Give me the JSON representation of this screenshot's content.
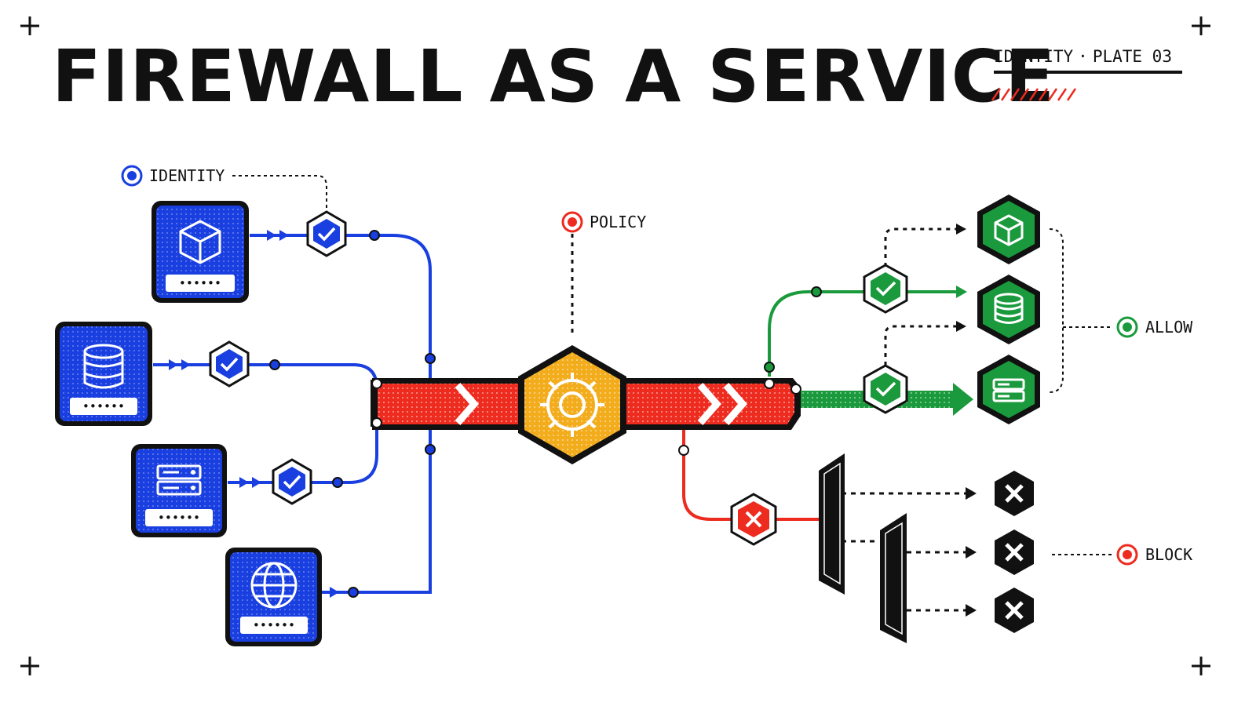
{
  "title": "FIREWALL AS A SERVICE",
  "plate": {
    "left": "IDENTITY",
    "sep": "·",
    "right": "PLATE 03"
  },
  "labels": {
    "identity": "IDENTITY",
    "policy": "POLICY",
    "allow": "ALLOW",
    "block": "BLOCK"
  },
  "colors": {
    "identity": "#1a3fe0",
    "policy_pipe": "#ee2b1f",
    "engine": "#f2ac1c",
    "allow": "#1a9a3c",
    "block": "#111111",
    "accent_hatch": "#ee2b1f"
  },
  "sources": [
    {
      "icon": "cube-icon",
      "password_mask": "••••••"
    },
    {
      "icon": "database-icon",
      "password_mask": "••••••"
    },
    {
      "icon": "server-icon",
      "password_mask": "••••••"
    },
    {
      "icon": "globe-icon",
      "password_mask": "••••••"
    }
  ],
  "allowed_targets": [
    {
      "icon": "cube-icon"
    },
    {
      "icon": "database-icon"
    },
    {
      "icon": "server-icon"
    }
  ],
  "blocked_targets": [
    {
      "icon": "x-icon"
    },
    {
      "icon": "x-icon"
    },
    {
      "icon": "x-icon"
    }
  ]
}
